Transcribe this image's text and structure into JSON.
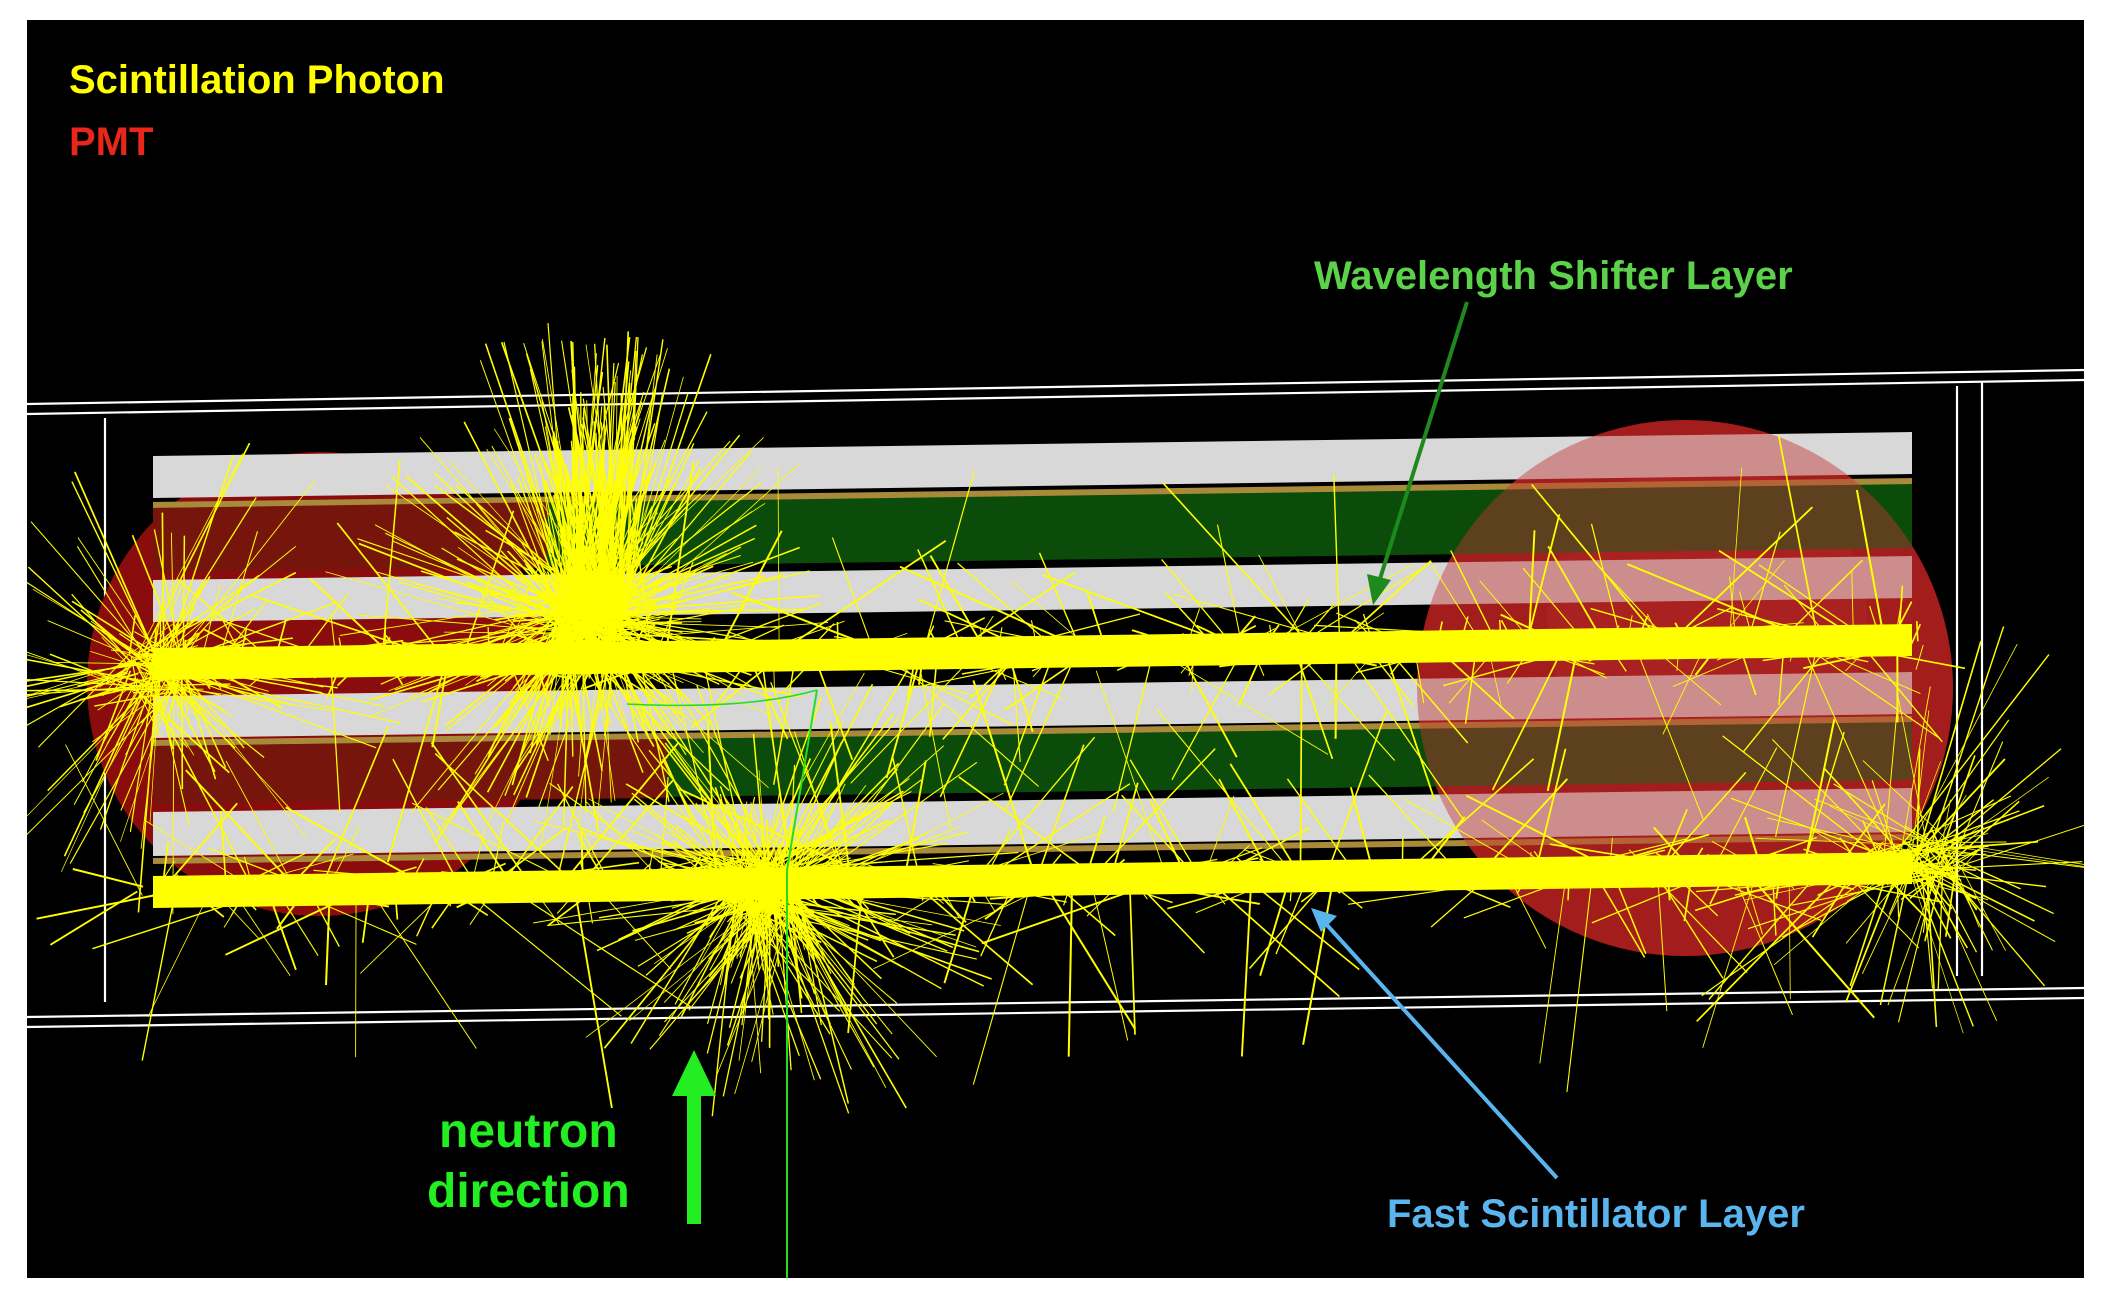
{
  "legend": {
    "photon_label": "Scintillation Photon",
    "pmt_label": "PMT"
  },
  "annotations": {
    "wavelength_shifter": "Wavelength Shifter Layer",
    "fast_scintillator": "Fast Scintillator Layer",
    "neutron_line1": "neutron",
    "neutron_line2": "direction"
  },
  "colors": {
    "background": "#000000",
    "photon": "#ffff00",
    "pmt": "#8b0a0a",
    "wavelength_shifter": "#0b4d0b",
    "fast_scintillator_label": "#5ab4ee",
    "wavelength_label": "#5cd14a",
    "neutron_label": "#22ee22",
    "light_guide": "#d9d9d9",
    "neutron_track": "#22dd22"
  }
}
